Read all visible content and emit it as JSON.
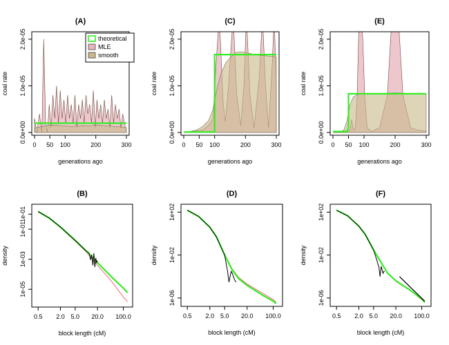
{
  "colors": {
    "theoretical": "#33ee22",
    "mle": "#e8b4bd",
    "smooth": "#c8b98a",
    "empirical": "#000000",
    "fit_red": "#ee6677"
  },
  "legend": [
    {
      "label": "theoretical",
      "color": "#33ee22",
      "kind": "line"
    },
    {
      "label": "MLE",
      "color": "#e8b4bd",
      "kind": "fill"
    },
    {
      "label": "smooth",
      "color": "#c8b98a",
      "kind": "fill"
    }
  ],
  "chart_data": [
    {
      "id": "A",
      "type": "line",
      "title": "(A)",
      "xlabel": "generations ago",
      "ylabel": "coal rate",
      "xlim": [
        0,
        300
      ],
      "ylim": [
        0,
        2.1e-05
      ],
      "xticks": [
        0,
        50,
        100,
        200,
        300
      ],
      "xtick_labels": [
        "0",
        "50",
        "100",
        "200",
        "300"
      ],
      "yticks": [
        0,
        1e-05,
        2e-05
      ],
      "ytick_labels": [
        "0.0e+00",
        "1.0e-05",
        "2.0e-05"
      ],
      "legend_position": "top-right",
      "theoretical": {
        "x": [
          0,
          300
        ],
        "y": [
          2e-06,
          2e-06
        ]
      },
      "smooth": {
        "x": [
          0,
          20,
          40,
          60,
          80,
          100,
          120,
          140,
          160,
          180,
          200,
          220,
          240,
          260,
          280,
          300
        ],
        "y": [
          1e-06,
          1.2e-06,
          1.5e-06,
          1.6e-06,
          1.5e-06,
          1.4e-06,
          1.3e-06,
          1.4e-06,
          1.5e-06,
          1.4e-06,
          1.6e-06,
          1.5e-06,
          1.4e-06,
          1.3e-06,
          1.2e-06,
          1.1e-06
        ]
      },
      "mle": {
        "x": [
          0,
          8,
          16,
          24,
          30,
          36,
          42,
          48,
          54,
          60,
          66,
          72,
          78,
          84,
          90,
          96,
          102,
          108,
          114,
          120,
          126,
          132,
          138,
          144,
          150,
          156,
          162,
          168,
          174,
          180,
          186,
          192,
          198,
          204,
          210,
          216,
          222,
          228,
          234,
          240,
          246,
          252,
          258,
          264,
          270,
          276,
          282,
          288,
          294,
          300
        ],
        "y": [
          3e-06,
          0,
          4e-06,
          0,
          2e-05,
          2e-06,
          0,
          6e-06,
          1e-06,
          8e-06,
          3e-06,
          1e-05,
          2e-06,
          9e-06,
          3e-06,
          7e-06,
          2e-06,
          8e-06,
          3e-06,
          6e-06,
          2e-06,
          8e-06,
          1e-06,
          6e-06,
          3e-06,
          7e-06,
          2e-06,
          8e-06,
          4e-06,
          6e-06,
          2e-06,
          9e-06,
          1e-06,
          7e-06,
          3e-06,
          6e-06,
          2e-06,
          7e-06,
          3e-06,
          5e-06,
          1e-06,
          8e-06,
          2e-06,
          6e-06,
          3e-06,
          5e-06,
          1e-06,
          4e-06,
          2e-06,
          0
        ]
      }
    },
    {
      "id": "C",
      "type": "line",
      "title": "(C)",
      "xlabel": "generations ago",
      "ylabel": "coal rate",
      "xlim": [
        0,
        300
      ],
      "ylim": [
        0,
        2.1e-05
      ],
      "xticks": [
        0,
        50,
        100,
        200,
        300
      ],
      "xtick_labels": [
        "0",
        "50",
        "100",
        "200",
        "300"
      ],
      "yticks": [
        0,
        1e-05,
        2e-05
      ],
      "ytick_labels": [
        "0.0e+00",
        "1.0e-05",
        "2.0e-05"
      ],
      "theoretical": {
        "x": [
          0,
          100,
          100,
          300
        ],
        "y": [
          1e-07,
          1e-07,
          1.67e-05,
          1.67e-05
        ]
      },
      "smooth": {
        "x": [
          0,
          20,
          40,
          60,
          80,
          95,
          100,
          110,
          120,
          135,
          150,
          170,
          190,
          210,
          230,
          250,
          270,
          290,
          300
        ],
        "y": [
          0,
          2e-07,
          5e-07,
          1.2e-06,
          2.5e-06,
          5e-06,
          7e-06,
          1e-05,
          1.25e-05,
          1.48e-05,
          1.6e-05,
          1.72e-05,
          1.73e-05,
          1.7e-05,
          1.67e-05,
          1.65e-05,
          1.64e-05,
          1.63e-05,
          1.62e-05
        ]
      },
      "mle": {
        "x": [
          0,
          60,
          80,
          95,
          105,
          115,
          128,
          135,
          145,
          160,
          172,
          185,
          195,
          203,
          215,
          228,
          245,
          255,
          265,
          275,
          287,
          293,
          300
        ],
        "y": [
          0,
          5e-07,
          1.5e-06,
          3e-06,
          1.5e-05,
          2.5e-05,
          6e-06,
          2.3e-06,
          1e-05,
          2.5e-05,
          8e-06,
          1.5e-06,
          1e-05,
          2.5e-05,
          8e-06,
          1e-06,
          1.2e-05,
          2.5e-05,
          1e-05,
          1e-06,
          1.5e-05,
          2.5e-05,
          1e-05
        ]
      }
    },
    {
      "id": "E",
      "type": "line",
      "title": "(E)",
      "xlabel": "generations ago",
      "ylabel": "coal rate",
      "xlim": [
        0,
        300
      ],
      "ylim": [
        0,
        2.1e-05
      ],
      "xticks": [
        0,
        50,
        100,
        200,
        300
      ],
      "xtick_labels": [
        "0",
        "50",
        "100",
        "200",
        "300"
      ],
      "yticks": [
        0,
        1e-05,
        2e-05
      ],
      "ytick_labels": [
        "0.0e+00",
        "1.0e-05",
        "2.0e-05"
      ],
      "theoretical": {
        "x": [
          0,
          45,
          50,
          50,
          300
        ],
        "y": [
          2e-07,
          2e-07,
          1e-06,
          8.3e-06,
          8.3e-06
        ]
      },
      "smooth": {
        "x": [
          0,
          20,
          35,
          45,
          55,
          65,
          75,
          90,
          110,
          140,
          170,
          200,
          230,
          260,
          290,
          300
        ],
        "y": [
          0,
          1e-07,
          5e-07,
          2.5e-06,
          6e-06,
          7.6e-06,
          8e-06,
          8.3e-06,
          8.4e-06,
          8.3e-06,
          8.4e-06,
          8.5e-06,
          8.4e-06,
          8.3e-06,
          8.2e-06,
          8.2e-06
        ]
      },
      "mle": {
        "x": [
          0,
          40,
          55,
          60,
          66,
          72,
          78,
          84,
          90,
          96,
          102,
          110,
          125,
          150,
          175,
          190,
          200,
          210,
          225,
          250,
          275,
          300
        ],
        "y": [
          0,
          1e-07,
          5e-07,
          2.8e-06,
          5e-07,
          1e-06,
          8e-06,
          2.5e-05,
          2.5e-05,
          2e-05,
          8e-06,
          1e-06,
          2e-07,
          1e-06,
          8e-06,
          2.5e-05,
          2.5e-05,
          2.5e-05,
          8e-06,
          1e-06,
          5e-07,
          3e-07
        ]
      }
    },
    {
      "id": "B",
      "type": "line",
      "title": "(B)",
      "xlabel": "block length (cM)",
      "ylabel": "density",
      "xscale": "log",
      "yscale": "log",
      "xlim": [
        0.4,
        150
      ],
      "ylim": [
        1e-06,
        3
      ],
      "xticks": [
        0.5,
        2.0,
        5.0,
        20.0,
        100.0
      ],
      "xtick_labels": [
        "0.5",
        "2.0",
        "5.0",
        "20.0",
        "100.0"
      ],
      "yticks": [
        1e-05,
        0.001,
        0.1,
        1
      ],
      "ytick_labels": [
        "1e-05",
        "1e-03",
        "1e-01",
        "1e-01"
      ],
      "theoretical": {
        "x": [
          0.5,
          1,
          2,
          5,
          10,
          20,
          50,
          100,
          130
        ],
        "y": [
          1.5,
          0.55,
          0.14,
          0.018,
          0.0035,
          0.0006,
          6e-05,
          1.2e-05,
          6e-06
        ]
      },
      "fit": {
        "x": [
          0.5,
          1,
          2,
          5,
          10,
          20,
          50,
          100,
          130
        ],
        "y": [
          1.4,
          0.52,
          0.13,
          0.016,
          0.003,
          0.0004,
          3e-05,
          3e-06,
          1.5e-06
        ]
      },
      "empirical": {
        "x": [
          0.5,
          1,
          2,
          5,
          10,
          12,
          13,
          14,
          15,
          16,
          17,
          18,
          19,
          20
        ],
        "y": [
          1.5,
          0.55,
          0.14,
          0.018,
          0.0035,
          0.0025,
          0.0009,
          0.002,
          0.0004,
          0.0025,
          0.0003,
          0.0012,
          0.0006,
          0.0008
        ]
      }
    },
    {
      "id": "D",
      "type": "line",
      "title": "(D)",
      "xlabel": "block length (cM)",
      "ylabel": "density",
      "xscale": "log",
      "yscale": "log",
      "xlim": [
        0.4,
        150
      ],
      "ylim": [
        3e-07,
        300.0
      ],
      "xticks": [
        0.5,
        2.0,
        5.0,
        20.0,
        100.0
      ],
      "xtick_labels": [
        "0.5",
        "2.0",
        "5.0",
        "20.0",
        "100.0"
      ],
      "yticks": [
        1e-06,
        0.01,
        100.0
      ],
      "ytick_labels": [
        "1e-06",
        "1e-02",
        "1e+02"
      ],
      "theoretical": {
        "x": [
          0.5,
          1,
          2,
          3,
          5,
          8,
          12,
          20,
          50,
          100,
          120
        ],
        "y": [
          150,
          40,
          4,
          0.5,
          0.01,
          0.0004,
          6e-05,
          1.5e-05,
          2e-06,
          5e-07,
          3e-07
        ]
      },
      "fit": {
        "x": [
          0.5,
          1,
          2,
          3,
          5,
          8,
          12,
          20,
          50,
          100,
          120
        ],
        "y": [
          150,
          42,
          4.2,
          0.55,
          0.012,
          0.0005,
          8e-05,
          2e-05,
          3e-06,
          7e-07,
          4e-07
        ]
      },
      "empirical": {
        "x": [
          0.5,
          1,
          2,
          3,
          5,
          6,
          6.5,
          7,
          7.5,
          8,
          9,
          10
        ],
        "y": [
          150,
          40,
          4,
          0.5,
          0.01,
          0.0003,
          3e-05,
          0.0001,
          0.0003,
          0.0002,
          6e-05,
          3e-05
        ]
      }
    },
    {
      "id": "F",
      "type": "line",
      "title": "(F)",
      "xlabel": "block length (cM)",
      "ylabel": "density",
      "xscale": "log",
      "yscale": "log",
      "xlim": [
        0.4,
        150
      ],
      "ylim": [
        3e-07,
        300.0
      ],
      "xticks": [
        0.5,
        2.0,
        5.0,
        20.0,
        100.0
      ],
      "xtick_labels": [
        "0.5",
        "2.0",
        "5.0",
        "20.0",
        "100.0"
      ],
      "yticks": [
        1e-06,
        0.01,
        100.0
      ],
      "ytick_labels": [
        "1e-06",
        "1e-02",
        "1e+02"
      ],
      "theoretical": {
        "x": [
          0.5,
          1,
          2,
          3,
          5,
          8,
          12,
          20,
          50,
          100,
          120
        ],
        "y": [
          150,
          45,
          5,
          0.8,
          0.03,
          0.002,
          0.0002,
          4e-05,
          5e-06,
          8e-07,
          4e-07
        ]
      },
      "fit": {
        "x": [
          0.5,
          1,
          2,
          3,
          5,
          8,
          12,
          20,
          50,
          100,
          120
        ],
        "y": [
          150,
          45,
          5,
          0.8,
          0.03,
          0.002,
          0.0002,
          3.5e-05,
          4.5e-06,
          7e-07,
          3.5e-07
        ]
      },
      "empirical": {
        "x": [
          0.5,
          1,
          2,
          3,
          5,
          6,
          7,
          7.5,
          8,
          9,
          9.5,
          10
        ],
        "y": [
          150,
          45,
          5,
          0.8,
          0.03,
          0.004,
          0.0007,
          0.0001,
          0.0009,
          0.0002,
          0.0003,
          0.0003
        ]
      },
      "empirical_tail": {
        "x": [
          25,
          120
        ],
        "y": [
          0.0001,
          5e-07
        ]
      }
    }
  ]
}
